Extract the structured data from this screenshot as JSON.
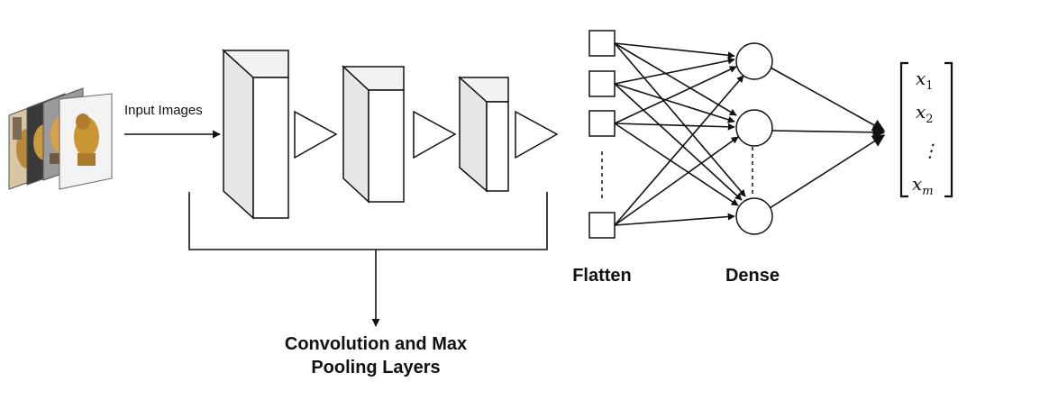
{
  "labels": {
    "input": "Input Images",
    "flatten": "Flatten",
    "dense": "Dense",
    "conv_line1": "Convolution and Max",
    "conv_line2": "Pooling Layers"
  },
  "output_vector": {
    "entries": [
      {
        "base": "x",
        "sub": "1"
      },
      {
        "base": "x",
        "sub": "2"
      },
      {
        "base": "⋮",
        "sub": ""
      },
      {
        "base": "x",
        "sub": "m"
      }
    ]
  },
  "colors": {
    "stroke": "#111111",
    "box_face": "#ffffff",
    "box_side": "#e6e6e6",
    "box_top": "#f2f2f2"
  }
}
